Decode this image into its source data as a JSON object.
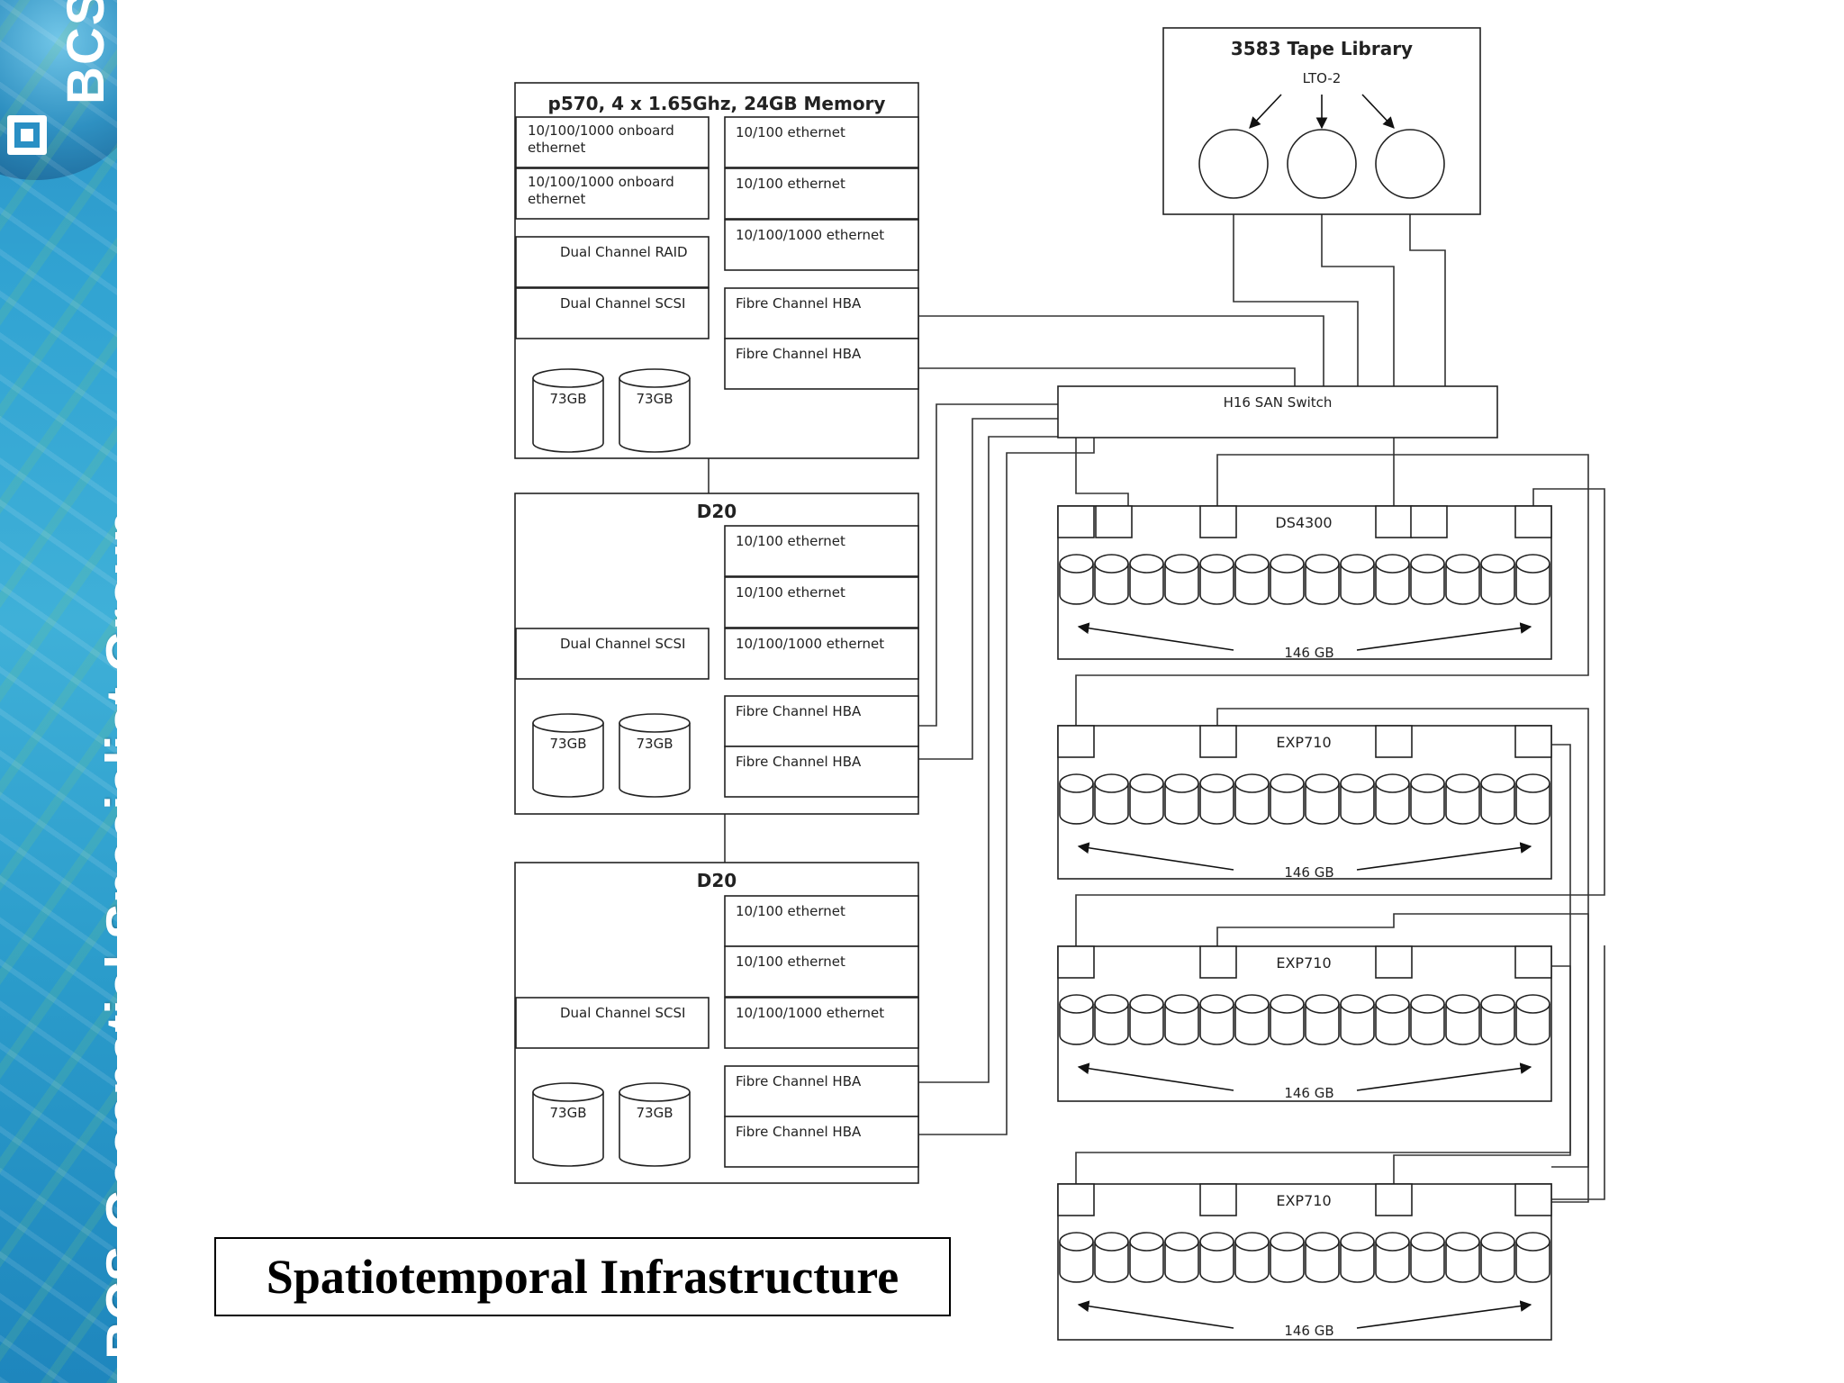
{
  "sidebar": {
    "logo_text": "BCS",
    "vertical_title": "BCS Geospatial Specialist Group",
    "background_color": "#2a8fc4"
  },
  "caption": "Spatiotemporal Infrastructure",
  "diagram": {
    "server_main": {
      "title": "p570, 4 x 1.65Ghz, 24GB Memory",
      "left_cards": [
        "10/100/1000 onboard ethernet",
        "10/100/1000 onboard ethernet",
        "Dual Channel RAID",
        "Dual Channel SCSI"
      ],
      "right_cards": [
        "10/100 ethernet",
        "10/100 ethernet",
        "10/100/1000 ethernet",
        "Fibre Channel HBA",
        "Fibre Channel HBA"
      ],
      "disks": [
        "73GB",
        "73GB"
      ]
    },
    "drawer_1": {
      "title": "D20",
      "left_cards": [
        "Dual Channel SCSI"
      ],
      "right_cards": [
        "10/100 ethernet",
        "10/100 ethernet",
        "10/100/1000 ethernet",
        "Fibre Channel HBA",
        "Fibre Channel HBA"
      ],
      "disks": [
        "73GB",
        "73GB"
      ]
    },
    "drawer_2": {
      "title": "D20",
      "left_cards": [
        "Dual Channel SCSI"
      ],
      "right_cards": [
        "10/100 ethernet",
        "10/100 ethernet",
        "10/100/1000 ethernet",
        "Fibre Channel HBA",
        "Fibre Channel HBA"
      ],
      "disks": [
        "73GB",
        "73GB"
      ]
    },
    "tape_library": {
      "title": "3583 Tape Library",
      "subtitle": "LTO-2"
    },
    "san_switch": {
      "label": "H16 SAN Switch"
    },
    "storage": [
      {
        "label": "DS4300",
        "capacity": "146 GB"
      },
      {
        "label": "EXP710",
        "capacity": "146 GB"
      },
      {
        "label": "EXP710",
        "capacity": "146 GB"
      },
      {
        "label": "EXP710",
        "capacity": "146 GB"
      }
    ]
  }
}
